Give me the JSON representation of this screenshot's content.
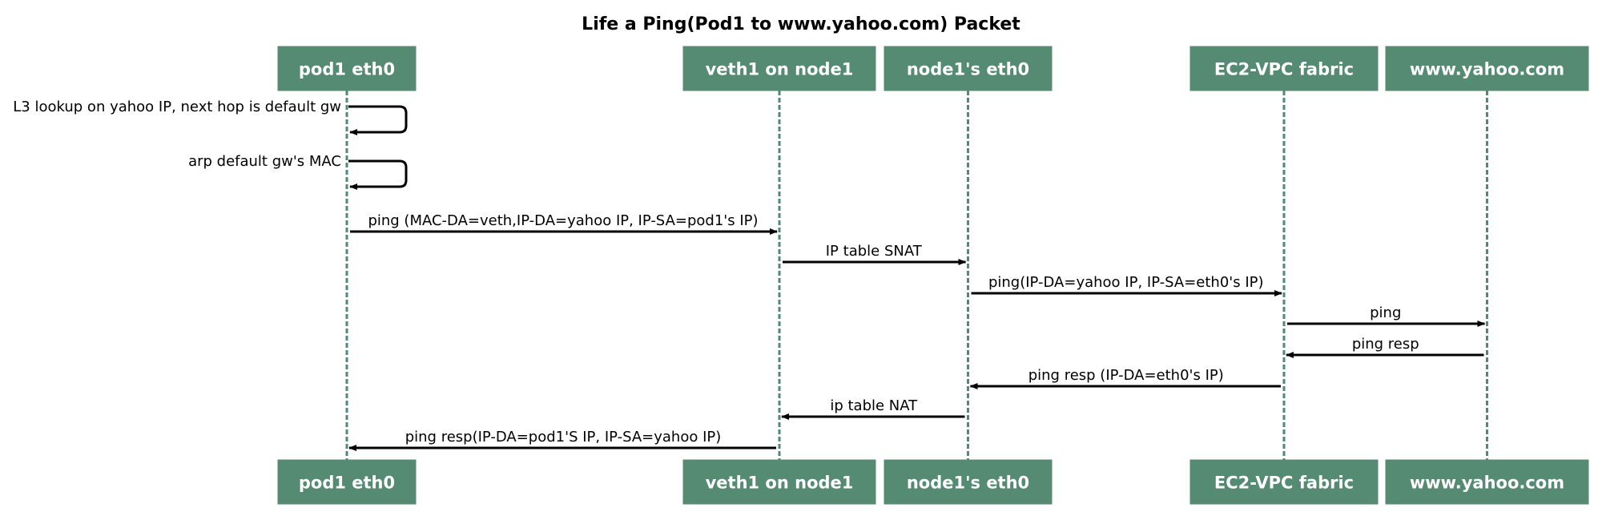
{
  "diagram": {
    "title": "Life a Ping(Pod1 to www.yahoo.com) Packet",
    "colors": {
      "actor_fill": "#558b73",
      "actor_text": "#ffffff",
      "lifeline": "#4f8a72",
      "arrow": "#000000"
    },
    "actors": [
      {
        "name": "pod1 eth0"
      },
      {
        "name": "veth1 on node1"
      },
      {
        "name": "node1's eth0"
      },
      {
        "name": "EC2-VPC fabric"
      },
      {
        "name": "www.yahoo.com"
      }
    ],
    "messages": [
      {
        "from": 0,
        "to": 0,
        "label": "L3 lookup on yahoo IP, next hop is default gw"
      },
      {
        "from": 0,
        "to": 0,
        "label": "arp default gw's MAC"
      },
      {
        "from": 0,
        "to": 1,
        "label": "ping (MAC-DA=veth,IP-DA=yahoo IP, IP-SA=pod1's IP)"
      },
      {
        "from": 1,
        "to": 2,
        "label": "IP table SNAT"
      },
      {
        "from": 2,
        "to": 3,
        "label": "ping(IP-DA=yahoo IP, IP-SA=eth0's IP)"
      },
      {
        "from": 3,
        "to": 4,
        "label": "ping"
      },
      {
        "from": 4,
        "to": 3,
        "label": "ping resp"
      },
      {
        "from": 3,
        "to": 2,
        "label": "ping resp (IP-DA=eth0's IP)"
      },
      {
        "from": 2,
        "to": 1,
        "label": "ip table NAT"
      },
      {
        "from": 1,
        "to": 0,
        "label": "ping resp(IP-DA=pod1'S IP, IP-SA=yahoo IP)"
      }
    ]
  }
}
